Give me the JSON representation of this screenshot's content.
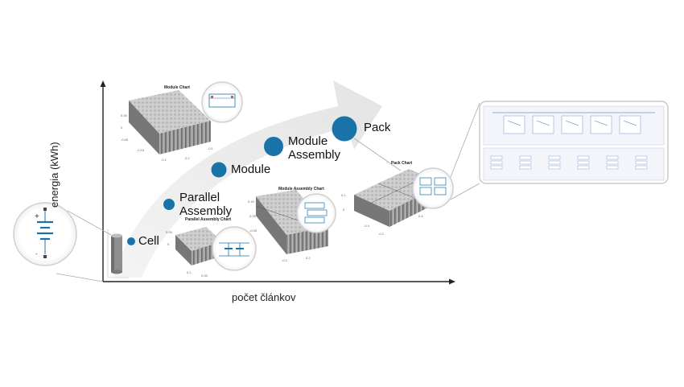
{
  "axes": {
    "x_label": "počet článkov",
    "y_label": "energia (kWh)"
  },
  "stages": [
    {
      "label": "Cell"
    },
    {
      "label": "Parallel\nAssembly"
    },
    {
      "label": "Module"
    },
    {
      "label": "Module\nAssembly"
    },
    {
      "label": "Pack"
    }
  ],
  "mini_charts": {
    "parallel_assembly": "Parallel Assembly Chart",
    "module": "Module Chart",
    "module_assembly": "Module Assembly Chart",
    "pack": "Pack Chart"
  },
  "colors": {
    "node": "#1a73a8",
    "arrow": "#e8e8e8",
    "bars": "#8a8a8a",
    "axis": "#222222"
  }
}
